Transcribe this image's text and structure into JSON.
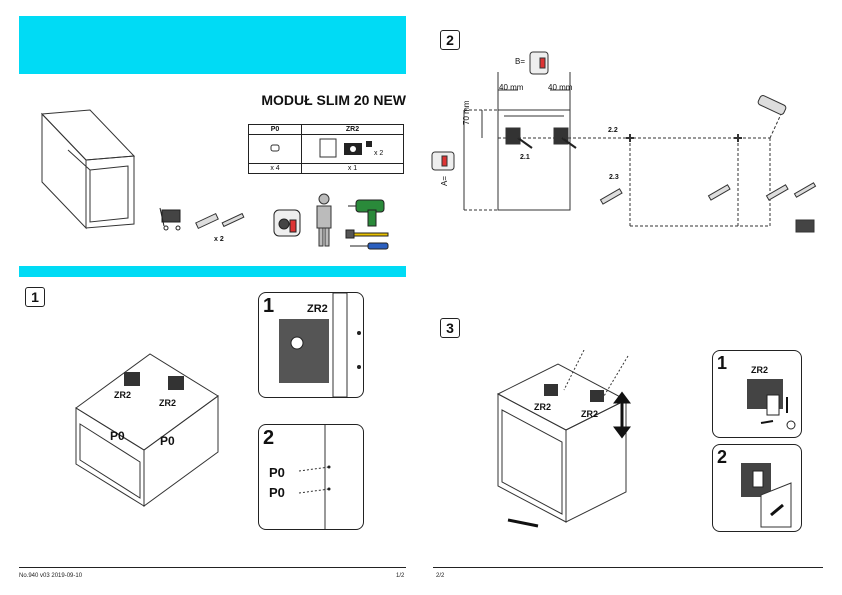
{
  "header": {
    "title": "MODUŁ SLIM 20 NEW"
  },
  "parts": {
    "p0": {
      "code": "P0",
      "qty": "x 4"
    },
    "zr2": {
      "code": "ZR2",
      "qty": "x 1",
      "sub_qty": "x 2"
    }
  },
  "tools": {
    "screws_qty": "x 2"
  },
  "steps": {
    "s1": {
      "number": "1",
      "detail1_number": "1",
      "detail2_number": "2"
    },
    "s2": {
      "number": "2"
    },
    "s3": {
      "number": "3",
      "detail1_number": "1",
      "detail2_number": "2"
    }
  },
  "labels": {
    "zr2": "ZR2",
    "p0": "P0",
    "b_eq": "B=",
    "a_eq": "A=",
    "dim_40a": "40 mm",
    "dim_40b": "40 mm",
    "dim_70": "70 mm",
    "s21": "2.1",
    "s22": "2.2",
    "s23": "2.3"
  },
  "footer": {
    "left": "No.940 v03 2019-09-10",
    "page1": "1/2",
    "page2": "2/2"
  },
  "colors": {
    "accent": "#00dbf5"
  }
}
